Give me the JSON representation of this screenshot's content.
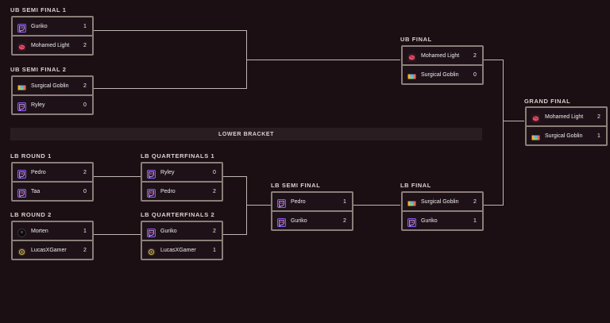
{
  "ub_semi_final_1": {
    "title": "UB SEMI FINAL 1",
    "p1": {
      "name": "Guriko",
      "score": "1",
      "icon": "twitch-purple-icon"
    },
    "p2": {
      "name": "Mohamed Light",
      "score": "2",
      "icon": "brain-red-icon"
    }
  },
  "ub_semi_final_2": {
    "title": "UB SEMI FINAL 2",
    "p1": {
      "name": "Surgical Goblin",
      "score": "2",
      "icon": "goblin-multicolor-icon"
    },
    "p2": {
      "name": "Ryley",
      "score": "0",
      "icon": "twitch-purple-icon"
    }
  },
  "ub_final": {
    "title": "UB FINAL",
    "p1": {
      "name": "Mohamed Light",
      "score": "2",
      "icon": "brain-red-icon"
    },
    "p2": {
      "name": "Surgical Goblin",
      "score": "0",
      "icon": "goblin-multicolor-icon"
    }
  },
  "grand_final": {
    "title": "GRAND FINAL",
    "p1": {
      "name": "Mohamed Light",
      "score": "2",
      "icon": "brain-red-icon"
    },
    "p2": {
      "name": "Surgical Goblin",
      "score": "1",
      "icon": "goblin-multicolor-icon"
    }
  },
  "lower_bracket_label": "LOWER BRACKET",
  "lb_round_1": {
    "title": "LB ROUND 1",
    "p1": {
      "name": "Pedro",
      "score": "2",
      "icon": "twitch-purple-icon"
    },
    "p2": {
      "name": "Taa",
      "score": "0",
      "icon": "twitch-purple-icon"
    }
  },
  "lb_round_2": {
    "title": "LB ROUND 2",
    "p1": {
      "name": "Morten",
      "score": "1",
      "icon": "dark-avatar-icon"
    },
    "p2": {
      "name": "LucasXGamer",
      "score": "2",
      "icon": "gold-emblem-icon"
    }
  },
  "lb_quarterfinals_1": {
    "title": "LB QUARTERFINALS 1",
    "p1": {
      "name": "Ryley",
      "score": "0",
      "icon": "twitch-purple-icon"
    },
    "p2": {
      "name": "Pedro",
      "score": "2",
      "icon": "twitch-purple-icon"
    }
  },
  "lb_quarterfinals_2": {
    "title": "LB QUARTERFINALS 2",
    "p1": {
      "name": "Guriko",
      "score": "2",
      "icon": "twitch-purple-icon"
    },
    "p2": {
      "name": "LucasXGamer",
      "score": "1",
      "icon": "gold-emblem-icon"
    }
  },
  "lb_semi_final": {
    "title": "LB SEMI FINAL",
    "p1": {
      "name": "Pedro",
      "score": "1",
      "icon": "twitch-purple-icon"
    },
    "p2": {
      "name": "Guriko",
      "score": "2",
      "icon": "twitch-purple-icon"
    }
  },
  "lb_final": {
    "title": "LB FINAL",
    "p1": {
      "name": "Surgical Goblin",
      "score": "2",
      "icon": "goblin-multicolor-icon"
    },
    "p2": {
      "name": "Guriko",
      "score": "1",
      "icon": "twitch-purple-icon"
    }
  },
  "colors": {
    "background": "#1b0f14",
    "border": "#8a7f79",
    "line": "#bdb6b3",
    "banner": "#2a1d22",
    "twitch": "#8c5cf0",
    "brain": "#e0506a"
  }
}
